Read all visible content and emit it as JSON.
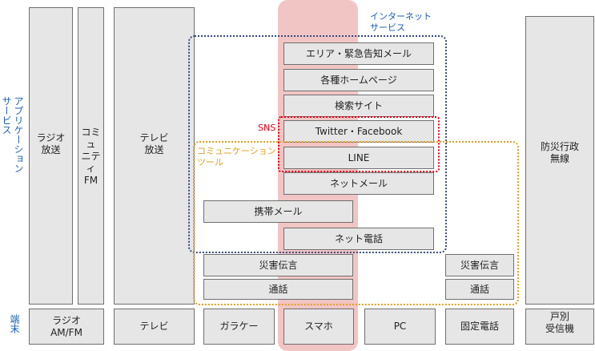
{
  "left_labels": {
    "service_line1": "サービス",
    "service_line2": "アプリケーション",
    "terminal": "端末"
  },
  "dashed_labels": {
    "internet": "インターネット\nサービス",
    "communication": "コミュニケーション\nツール",
    "sns": "SNS"
  },
  "columns": {
    "radio": "ラジオ\n放送",
    "community_fm": "コミュ\nニティ\nFM",
    "tv": "テレビ\n放送",
    "disaster_wireless": "防災行政\n無線"
  },
  "services": {
    "area_mail": "エリア・緊急告知メール",
    "homepage": "各種ホームページ",
    "search": "検索サイト",
    "twitter_facebook": "Twitter・Facebook",
    "line": "LINE",
    "net_mail": "ネットメール",
    "mobile_mail": "携帯メール",
    "net_call": "ネット電話",
    "disaster_msg_mobile": "災害伝言",
    "call_mobile": "通話",
    "disaster_msg_fixed": "災害伝言",
    "call_fixed": "通話"
  },
  "terminals": {
    "radio": "ラジオ\nAM/FM",
    "tv": "テレビ",
    "feature_phone": "ガラケー",
    "smartphone": "スマホ",
    "pc": "PC",
    "landline": "固定電話",
    "home_receiver": "戸別\n受信機"
  },
  "colors": {
    "highlight": "#f2c5c5",
    "box_fill": "#e6e6e6",
    "blue": "#33497a",
    "orange": "#e0a020",
    "red": "#e60012"
  }
}
